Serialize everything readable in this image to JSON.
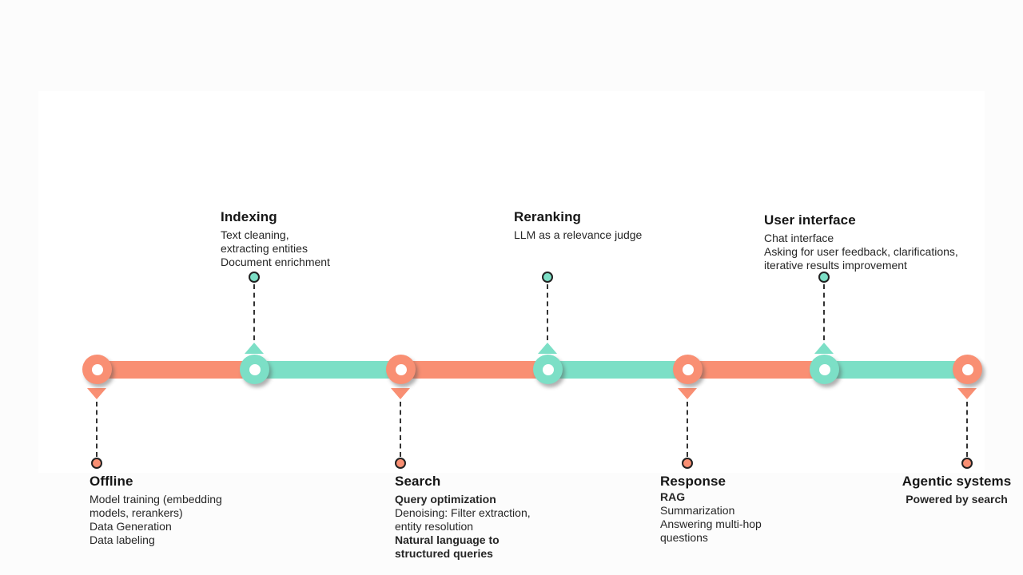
{
  "diagram": {
    "type": "timeline",
    "colors": {
      "salmon": "#F98F73",
      "teal": "#7CDFC6",
      "connector": "#333333",
      "title_text": "#161616",
      "body_text": "#262626",
      "background": "#fcfcfc",
      "panel": "#ffffff"
    },
    "sections": {
      "offline": {
        "title": "Offline",
        "lines": [
          {
            "text": "Model training (embedding",
            "bold": false
          },
          {
            "text": "models, rerankers)",
            "bold": false
          },
          {
            "text": "Data Generation",
            "bold": false
          },
          {
            "text": "Data labeling",
            "bold": false
          }
        ]
      },
      "indexing": {
        "title": "Indexing",
        "lines": [
          {
            "text": "Text cleaning,",
            "bold": false
          },
          {
            "text": "extracting entities",
            "bold": false
          },
          {
            "text": "Document enrichment",
            "bold": false
          }
        ]
      },
      "search": {
        "title": "Search",
        "lines": [
          {
            "text": "Query optimization",
            "bold": true
          },
          {
            "text": "Denoising: Filter extraction,",
            "bold": false
          },
          {
            "text": "entity resolution",
            "bold": false
          },
          {
            "text": "Natural language to",
            "bold": true
          },
          {
            "text": "structured queries",
            "bold": true
          }
        ]
      },
      "reranking": {
        "title": "Reranking",
        "lines": [
          {
            "text": "LLM as a relevance judge",
            "bold": false
          }
        ]
      },
      "response": {
        "title": "Response",
        "lines": [
          {
            "text": "RAG",
            "bold": true
          },
          {
            "text": "Summarization",
            "bold": false
          },
          {
            "text": "Answering multi-hop",
            "bold": false
          },
          {
            "text": "questions",
            "bold": false
          }
        ]
      },
      "user_interface": {
        "title": "User interface",
        "lines": [
          {
            "text": "Chat interface",
            "bold": false
          },
          {
            "text": "Asking for user feedback, clarifications,",
            "bold": false
          },
          {
            "text": "iterative results improvement",
            "bold": false
          }
        ]
      },
      "agentic": {
        "title": "Agentic systems",
        "lines": [
          {
            "text": "Powered by search",
            "bold": true
          }
        ]
      }
    }
  }
}
